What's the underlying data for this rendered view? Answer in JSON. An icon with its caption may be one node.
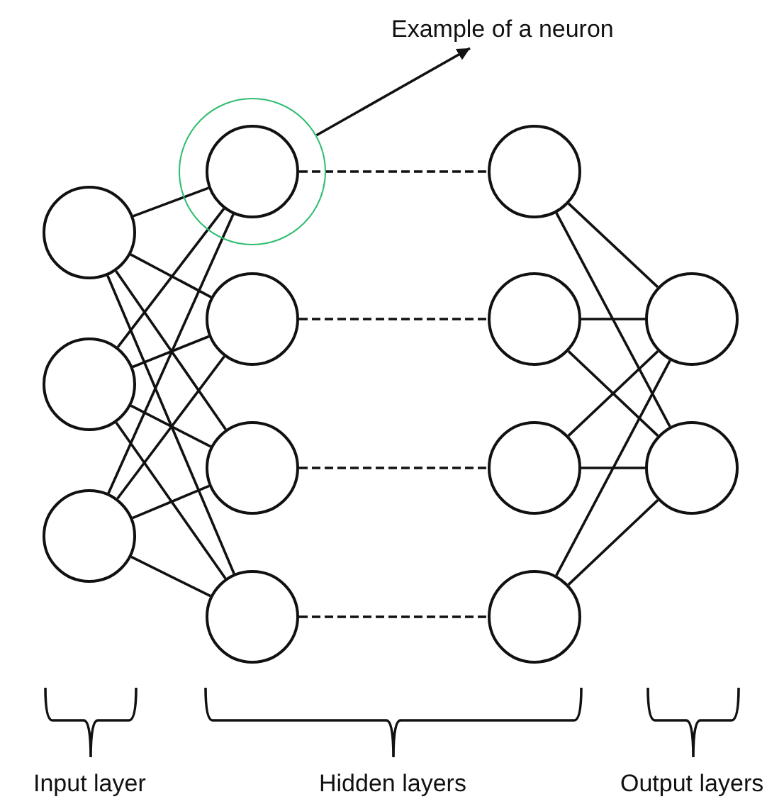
{
  "diagram": {
    "nodes": [
      {
        "text": [],
        "shape": "circle"
      },
      {
        "text": [],
        "shape": "circle"
      },
      {
        "text": [],
        "shape": "circle"
      },
      {
        "text": [],
        "shape": "circle"
      },
      {
        "text": [],
        "shape": "circle",
        "in": 3
      },
      {
        "text": [],
        "shape": "circle"
      },
      {
        "text": [],
        "shape": "circle"
      },
      {
        "text": [],
        "shape": "circle"
      },
      {
        "text": [],
        "shape": "circle"
      },
      {
        "text": [],
        "shape": "circle"
      },
      {
        "text": [],
        "shape": "circle"
      },
      {
        "text": [],
        "shape": "circle"
      },
      {
        "text": [],
        "shape": "circle"
      },
      {
        "text": [],
        "shape": "circle"
      },
      {
        "text": [
          "Example of a neuron"
        ]
      }
    ],
    "edges": [
      {
        "from": 0,
        "to": 4,
        "arrow": "none"
      },
      {
        "from": 0,
        "to": 5,
        "arrow": "none"
      },
      {
        "from": 0,
        "to": 6,
        "arrow": "none"
      },
      {
        "from": 0,
        "to": 7,
        "arrow": "none"
      },
      {
        "from": 1,
        "to": 4,
        "arrow": "none"
      },
      {
        "from": 1,
        "to": 5,
        "arrow": "none"
      },
      {
        "from": 1,
        "to": 6,
        "arrow": "none"
      },
      {
        "from": 1,
        "to": 7,
        "arrow": "none"
      },
      {
        "from": 2,
        "to": 4,
        "arrow": "none"
      },
      {
        "from": 2,
        "to": 5,
        "arrow": "none"
      },
      {
        "from": 2,
        "to": 6,
        "arrow": "none"
      },
      {
        "from": 2,
        "to": 7,
        "arrow": "none"
      },
      {
        "from": 4,
        "to": 8,
        "arrow": "none",
        "style": "dashed"
      },
      {
        "from": 5,
        "to": 9,
        "arrow": "none",
        "style": "dashed"
      },
      {
        "from": 6,
        "to": 10,
        "arrow": "none",
        "style": "dashed"
      },
      {
        "from": 7,
        "to": 11,
        "arrow": "none",
        "style": "dashed"
      },
      {
        "from": 8,
        "to": 12,
        "arrow": "none"
      },
      {
        "from": 8,
        "to": 13,
        "arrow": "none"
      },
      {
        "from": 9,
        "to": 12,
        "arrow": "none"
      },
      {
        "from": 9,
        "to": 13,
        "arrow": "none"
      },
      {
        "from": 10,
        "to": 12,
        "arrow": "none"
      },
      {
        "from": 10,
        "to": 13,
        "arrow": "none"
      },
      {
        "from": 11,
        "to": 12,
        "arrow": "none"
      },
      {
        "from": 11,
        "to": 13,
        "arrow": "none"
      },
      {
        "from": 3,
        "to": 14,
        "arrow": "to"
      }
    ],
    "labels": [
      "Input layer",
      "Hidden layers",
      "Output layers"
    ]
  }
}
